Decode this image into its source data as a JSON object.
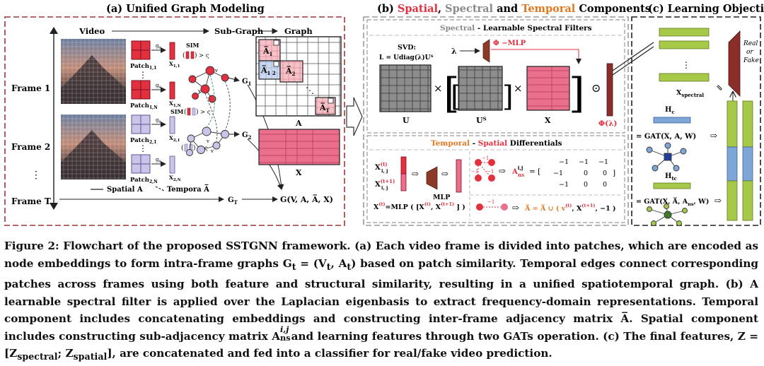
{
  "panel_titles": {
    "a": "(a) Unified Graph Modeling",
    "b_parts": [
      "(b) ",
      "Spatial",
      ", ",
      "Spectral",
      " and ",
      "Temporal",
      " Components"
    ],
    "c": "(c) Learning Objective"
  },
  "panel_a": {
    "col_video": "Video",
    "col_subgraph": "Sub-Graph",
    "col_graph": "Graph",
    "frames": [
      "Frame 1",
      "Frame 2",
      "Frame T"
    ],
    "dots": "⋮",
    "patches": [
      "Patch",
      "Patch"
    ],
    "patch_subs": [
      "1,1",
      "1,N",
      "2,1",
      "2,N"
    ],
    "x_labels": [
      "X",
      "X",
      "X",
      "X"
    ],
    "sim": "SIM",
    "sim_cmp": "> ς",
    "g_labels": [
      "G",
      "G",
      "G"
    ],
    "g_subs": [
      "1",
      "2",
      "T"
    ],
    "adj_labels": [
      "A̅",
      "A̅",
      "A̅",
      "A̅"
    ],
    "adj_subs": [
      "1",
      "1 2",
      "2",
      "T"
    ],
    "matrix_a": "A",
    "matrix_x": "X",
    "dotsdiag": "⋱",
    "legend_spatial": "Spatial A",
    "legend_temporal": "Tempora A̅",
    "unified": "G(V, A, A̅, X)",
    "encoder": "g",
    "encoder_sub": "θ",
    "nodes": [
      "v",
      "v",
      "v",
      "v"
    ]
  },
  "panel_b": {
    "spectral_title_parts": [
      "Spectral",
      " - Learnable Spectral Filters"
    ],
    "svd_line1": "SVD:",
    "svd_line2": "L = Udiag(λ)Uᵀ",
    "lambda": "λ",
    "phi_mlp": "Φ −MLP",
    "phi_lambda": "Φ(λ)",
    "u_label": "U",
    "ut_label": "Uᵀ",
    "x_label": "X",
    "times": "×",
    "odot": "⊙",
    "temporal_title_parts": [
      "Temporal",
      " - ",
      "Spatial",
      " Differentials"
    ],
    "xt": "X",
    "xt1": "X",
    "xt_sup": "(t)",
    "xt1_sup": "(t+1)",
    "xt_sub": "i, j",
    "mlp": "MLP",
    "concat_eq": "X",
    "concat_rhs": "=MLP ( [X",
    "concat_mid": ", X",
    "concat_end": " ] )",
    "ans": "A",
    "ans_sup": "i,j",
    "ans_sub": "ns",
    "ans_eq": "= [",
    "matrix_rows": [
      [
        "−1",
        "−1",
        "−1"
      ],
      [
        "−1",
        "0",
        "0"
      ],
      [
        "−1",
        "0",
        "0"
      ]
    ],
    "neg_one": "−1",
    "abar_eq": "A̅ = A̅ ∪ ( v",
    "abar_end": ", −1 )"
  },
  "panel_c": {
    "real_fake": [
      "Real",
      "or",
      "Fake"
    ],
    "x_spectral": "X",
    "x_spectral_sub": "spectral",
    "hc": "H",
    "hc_sub": "c",
    "hc_eq": "= GAT(X, A, W)",
    "htc": "H",
    "htc_sub": "tc",
    "htc_eq": "= GAT(X, A̅, A",
    "htc_eq_sub": "ns",
    "htc_eq_end": ", W)"
  },
  "caption": {
    "parts": [
      "Figure 2: Flowchart of the proposed SSTGNN framework. (a) Each video frame is divided into patches, which are encoded as node embeddings to form intra-frame graphs ",
      "G",
      "t",
      " = (V",
      "t",
      ", A",
      "t",
      ") based on patch similarity. Temporal edges connect corresponding patches across frames using both feature and structural similarity, resulting in a unified spatiotemporal graph. (b) A learnable spectral filter is applied over the Laplacian eigenbasis to extract frequency-domain representations. Temporal component includes concatenating embeddings and constructing inter-frame adjacency matrix ",
      "A̅",
      ". Spatial component includes constructing sub-adjacency matrix A",
      "ns",
      "i,j",
      " and learning features through two GATs operation. (c) The final features, ",
      "Z = [Z",
      "spectral",
      "; Z",
      "spatial",
      "], are concatenated and fed into a classifier for real/fake video prediction."
    ]
  },
  "colors": {
    "red": "#e2303f",
    "dark_red": "#b03030",
    "orange": "#e07820",
    "gray": "#8a8a8a",
    "pink": "#e8587a",
    "lavender": "#c9c4e8",
    "green": "#a6c94a",
    "blue": "#7fa6d8",
    "node_blue": "#1e3e9a"
  }
}
